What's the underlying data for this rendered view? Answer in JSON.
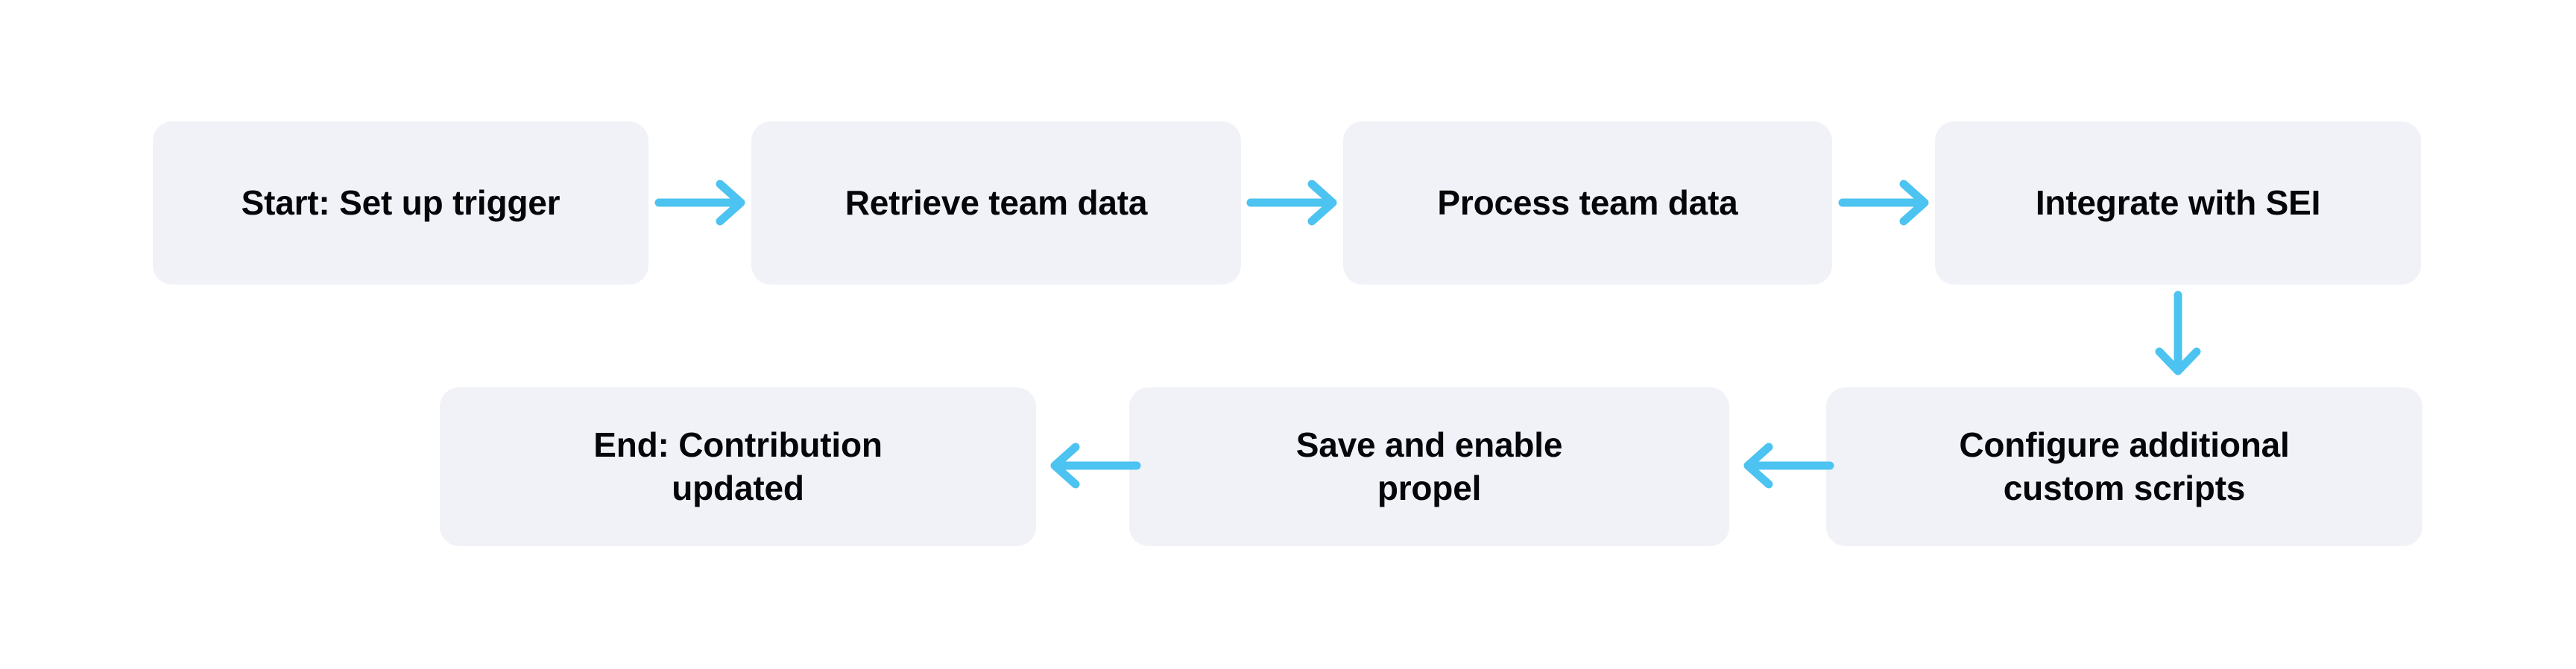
{
  "diagram": {
    "type": "flowchart",
    "orientation": "serpentine-left-to-right-then-right-to-left",
    "background_color": "#ffffff",
    "node_fill_color": "#f1f2f7",
    "node_text_color": "#05060a",
    "arrow_color": "#4cc3f0",
    "nodes": [
      {
        "id": "start",
        "label": "Start: Set up trigger",
        "row": "top",
        "order": 1
      },
      {
        "id": "retrieve",
        "label": "Retrieve team data",
        "row": "top",
        "order": 2
      },
      {
        "id": "process",
        "label": "Process team data",
        "row": "top",
        "order": 3
      },
      {
        "id": "integrate",
        "label": "Integrate with SEI",
        "row": "top",
        "order": 4
      },
      {
        "id": "configure",
        "label": "Configure additional\ncustom scripts",
        "row": "bottom",
        "order": 5
      },
      {
        "id": "save",
        "label": "Save and enable\npropel",
        "row": "bottom",
        "order": 6
      },
      {
        "id": "end",
        "label": "End: Contribution\nupdated",
        "row": "bottom",
        "order": 7
      }
    ],
    "edges": [
      {
        "id": "start-retrieve",
        "from": "start",
        "to": "retrieve",
        "direction": "right"
      },
      {
        "id": "retrieve-process",
        "from": "retrieve",
        "to": "process",
        "direction": "right"
      },
      {
        "id": "process-integrate",
        "from": "process",
        "to": "integrate",
        "direction": "right"
      },
      {
        "id": "integrate-configure",
        "from": "integrate",
        "to": "configure",
        "direction": "down"
      },
      {
        "id": "configure-save",
        "from": "configure",
        "to": "save",
        "direction": "left"
      },
      {
        "id": "save-end",
        "from": "save",
        "to": "end",
        "direction": "left"
      }
    ],
    "icons": {
      "arrow_right": "arrow-right-icon",
      "arrow_left": "arrow-left-icon",
      "arrow_down": "arrow-down-icon"
    }
  }
}
